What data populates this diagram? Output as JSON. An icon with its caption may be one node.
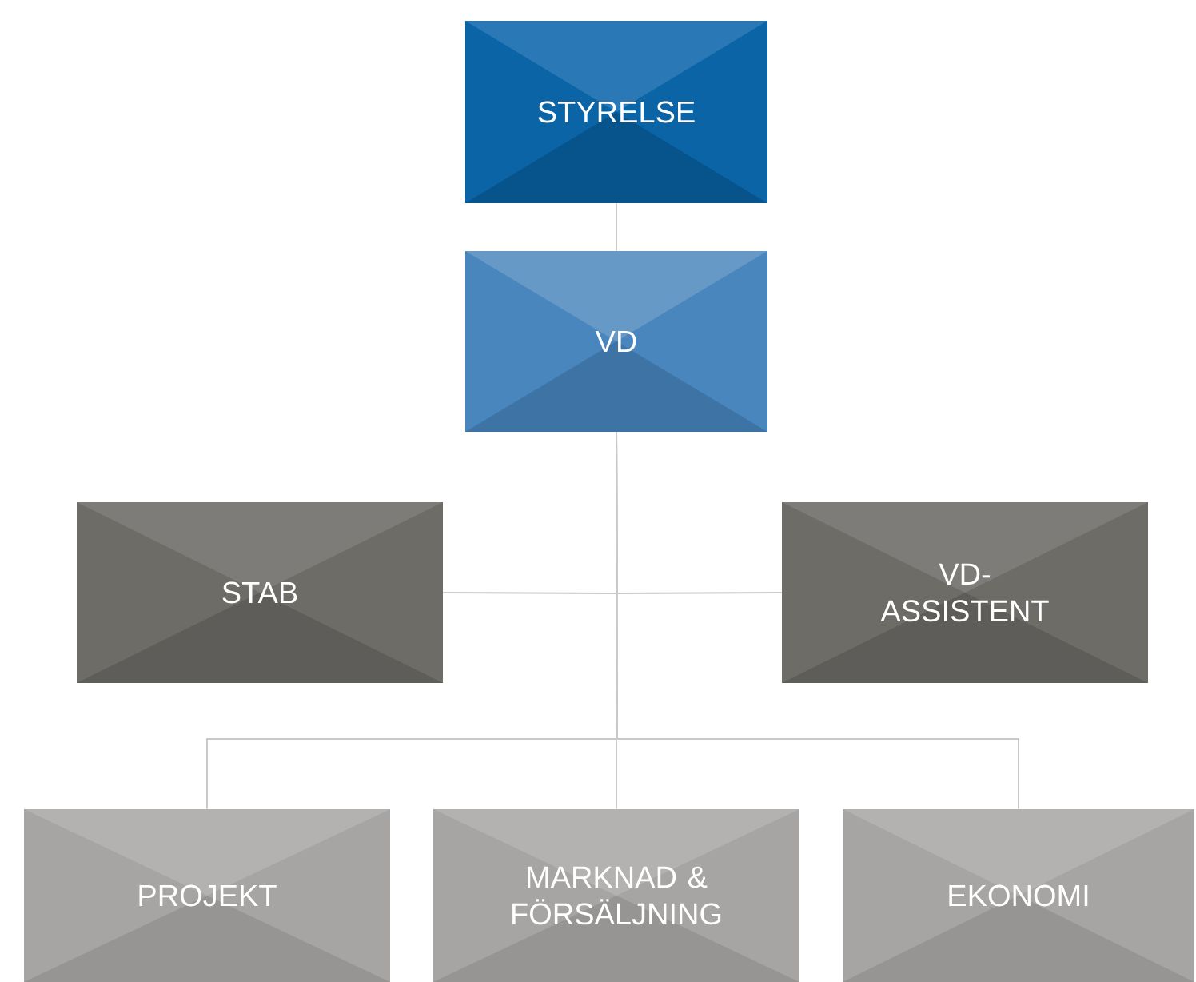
{
  "diagram": {
    "nodes": [
      {
        "text": [
          "STYRELSE"
        ]
      },
      {
        "text": [
          "VD"
        ]
      },
      {
        "text": [
          "STAB"
        ]
      },
      {
        "text": [
          "VD-ASSISTENT"
        ]
      },
      {
        "text": [
          "PROJEKT"
        ]
      },
      {
        "text": [
          "MARKNAD & FÖRSÄLJNING"
        ]
      },
      {
        "text": [
          "EKONOMI"
        ]
      }
    ],
    "edges": [
      {
        "from": 0,
        "to": 1,
        "arrow": "none"
      },
      {
        "from": 1,
        "to": 2,
        "arrow": "none"
      },
      {
        "from": 1,
        "to": 3,
        "arrow": "none"
      },
      {
        "from": 1,
        "to": 4,
        "arrow": "none"
      },
      {
        "from": 1,
        "to": 5,
        "arrow": "none"
      },
      {
        "from": 1,
        "to": 6,
        "arrow": "none"
      }
    ]
  }
}
